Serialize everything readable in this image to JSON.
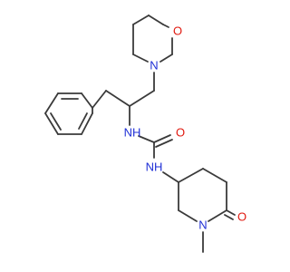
{
  "atom_labels": {
    "morpholine_O": "O",
    "morpholine_N": "N",
    "urea_NH1": "NH",
    "urea_O": "O",
    "urea_NH2": "NH",
    "ring_N": "N",
    "ketone_O": "O"
  },
  "colors": {
    "bond": "#3a3a3a",
    "nitrogen": "#1f2fd6",
    "oxygen": "#e0190f",
    "background": "#ffffff"
  }
}
